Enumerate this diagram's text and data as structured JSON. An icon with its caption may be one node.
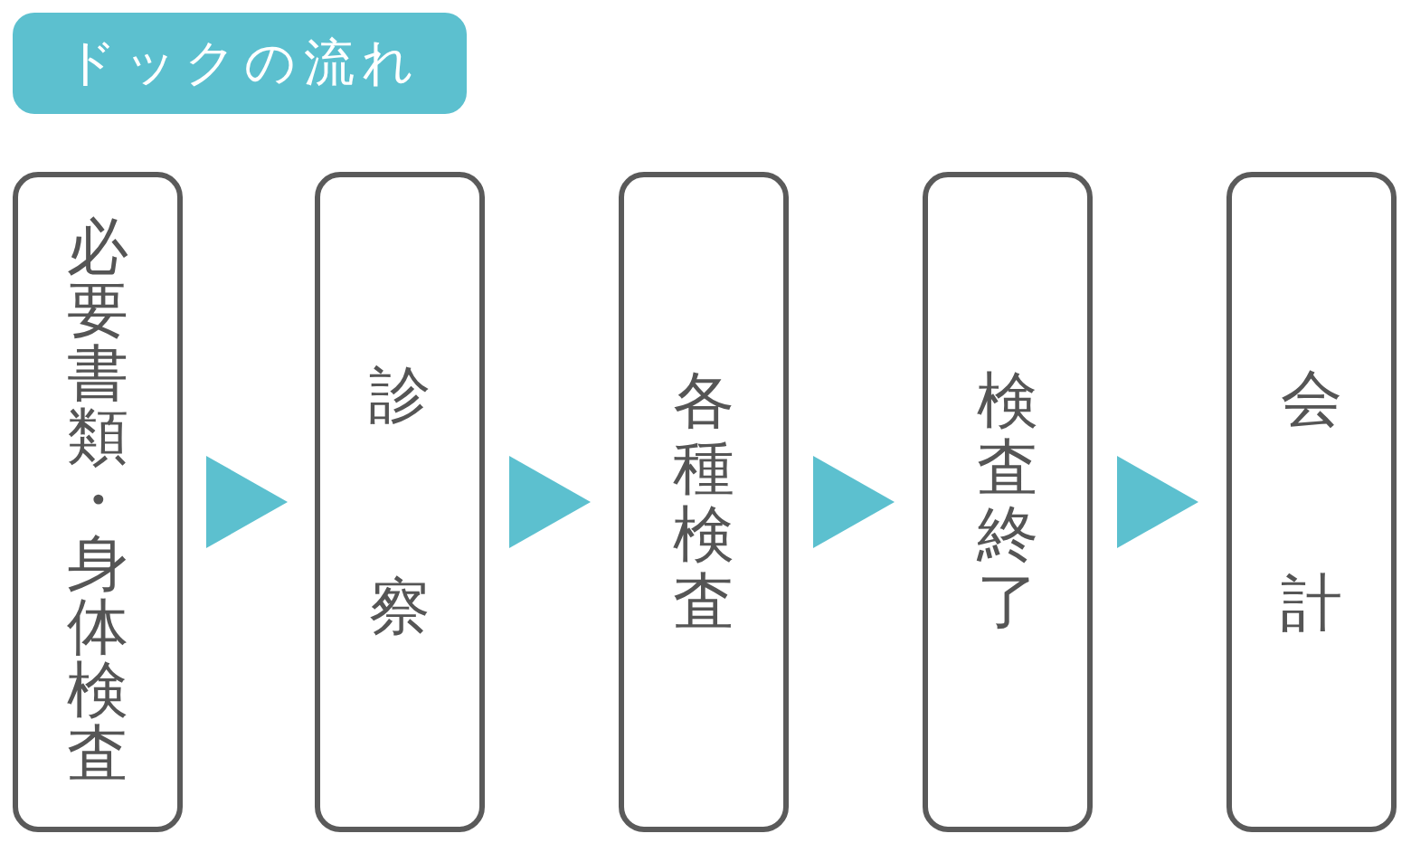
{
  "diagram": {
    "title": "ドックの流れ",
    "nodes": [
      {
        "text": [
          "必要書類・身体検査"
        ]
      },
      {
        "text": [
          "診察"
        ]
      },
      {
        "text": [
          "各種検査"
        ]
      },
      {
        "text": [
          "検査終了"
        ]
      },
      {
        "text": [
          "会計"
        ]
      }
    ],
    "edges": [
      {
        "from": 0,
        "to": 1,
        "arrow": "to"
      },
      {
        "from": 1,
        "to": 2,
        "arrow": "to"
      },
      {
        "from": 2,
        "to": 3,
        "arrow": "to"
      },
      {
        "from": 3,
        "to": 4,
        "arrow": "to"
      }
    ]
  }
}
